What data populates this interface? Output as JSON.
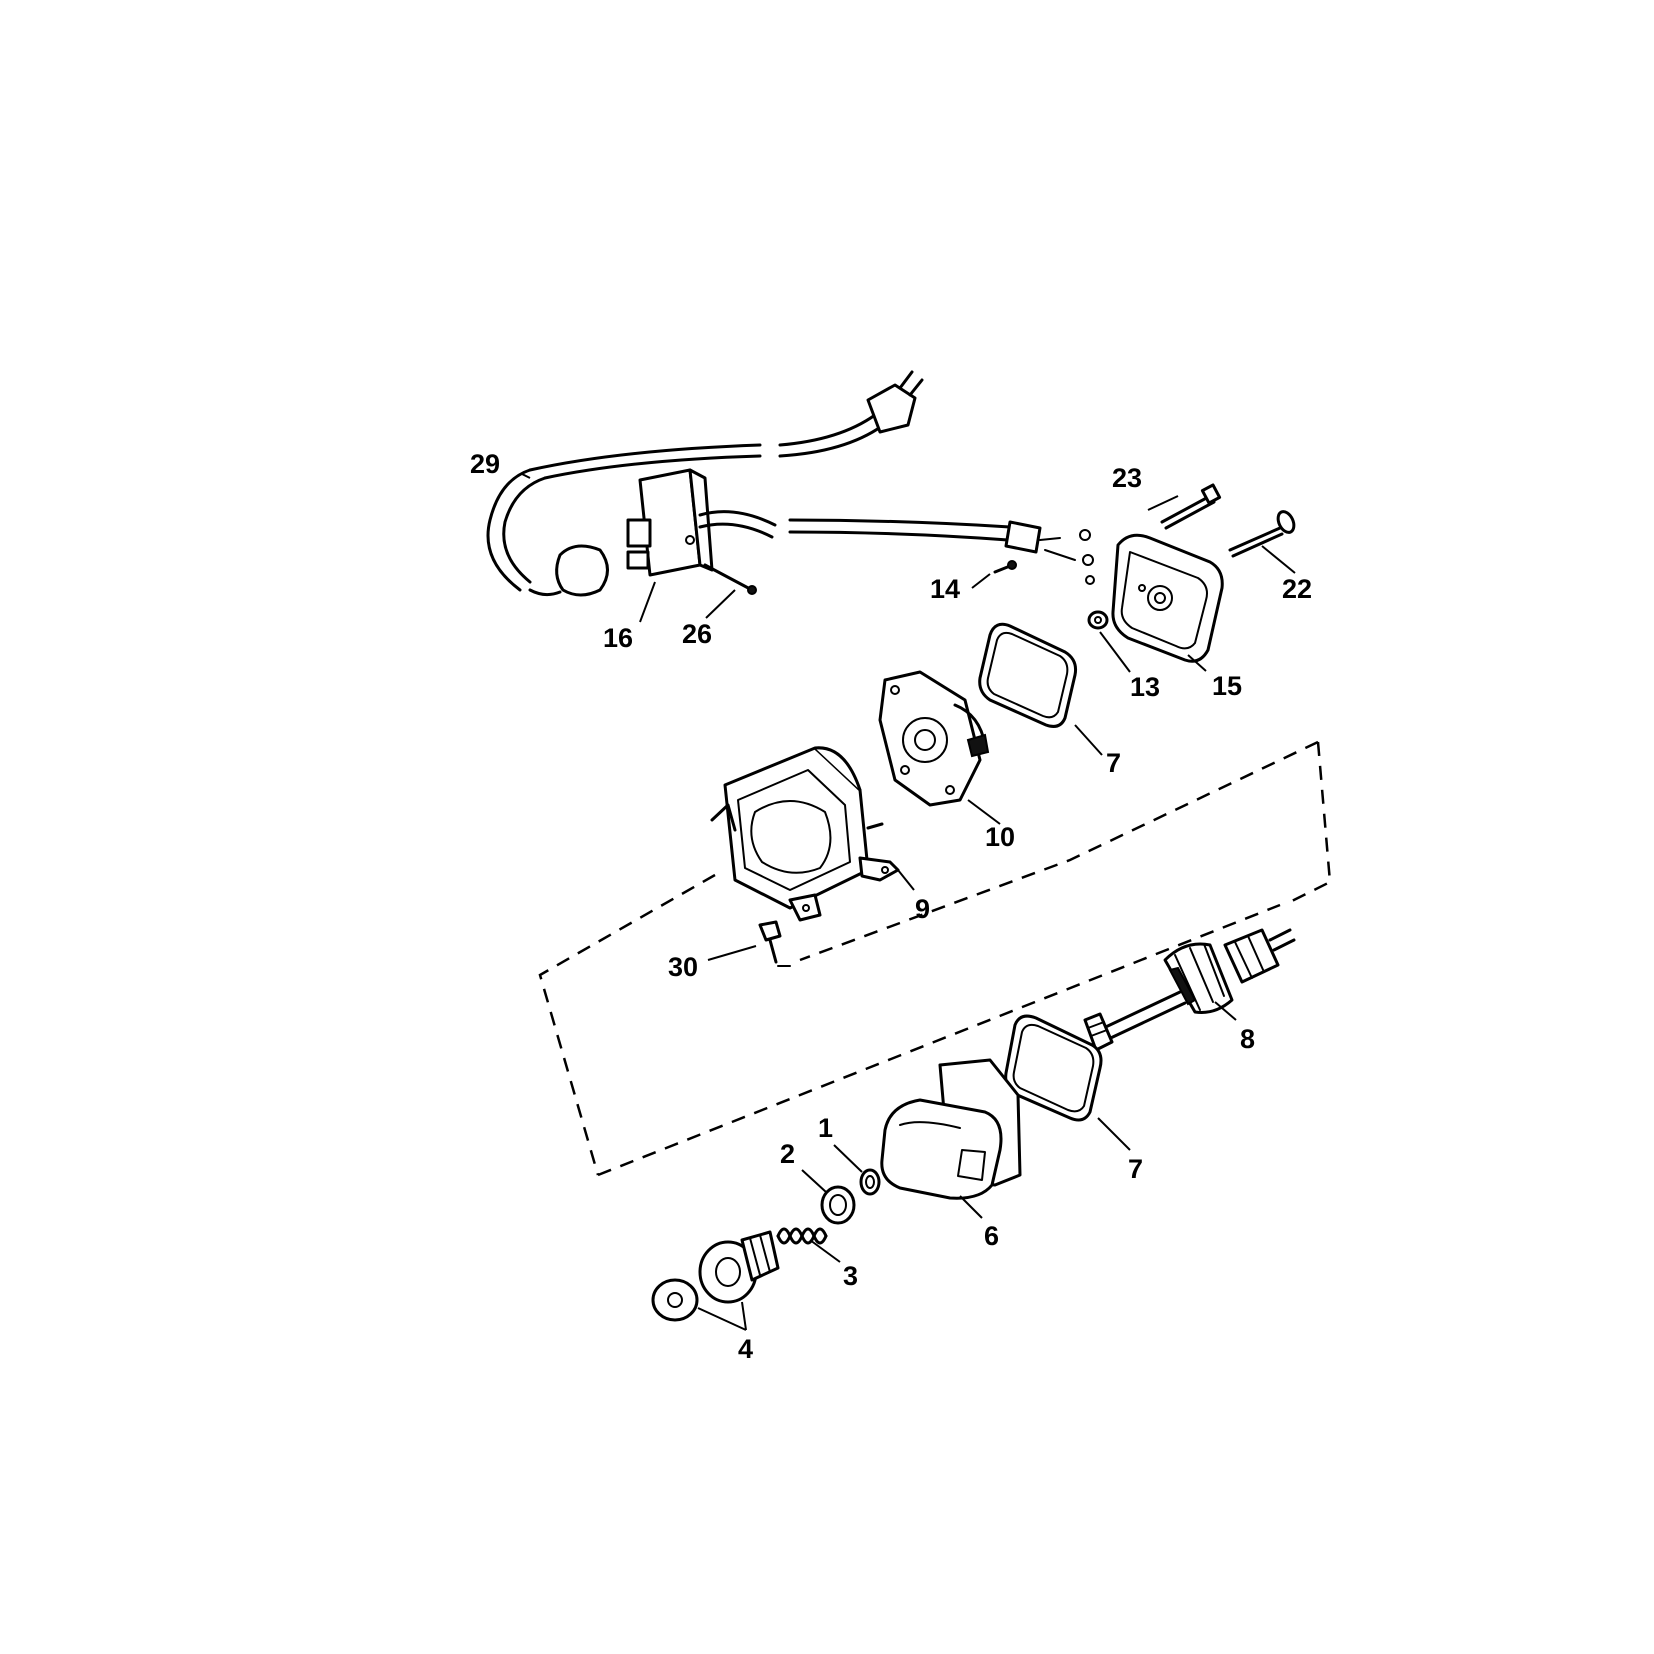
{
  "labels": {
    "p1": "1",
    "p2": "2",
    "p3": "3",
    "p4": "4",
    "p6": "6",
    "p7a": "7",
    "p7b": "7",
    "p8": "8",
    "p9": "9",
    "p10": "10",
    "p13": "13",
    "p14": "14",
    "p15": "15",
    "p16": "16",
    "p22": "22",
    "p23": "23",
    "p26": "26",
    "p29": "29",
    "p30": "30"
  }
}
